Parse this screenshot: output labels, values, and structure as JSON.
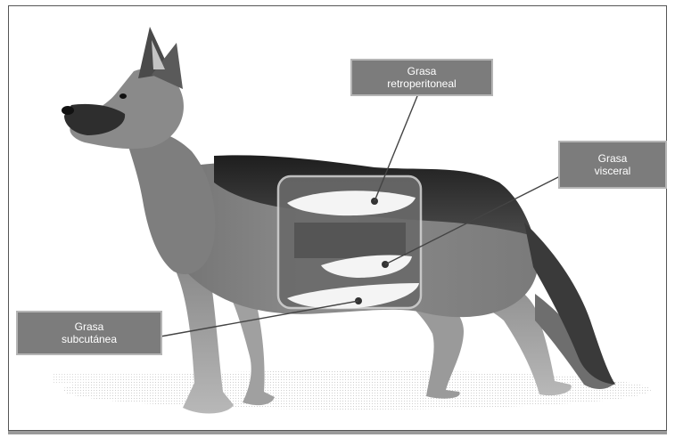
{
  "labels": {
    "retroperitoneal": {
      "line1": "Grasa",
      "line2": "retroperitoneal"
    },
    "visceral": {
      "line1": "Grasa",
      "line2": "visceral"
    },
    "subcutanea": {
      "line1": "Grasa",
      "line2": "subcutánea"
    }
  },
  "colors": {
    "label_fill": "#7c7c7c",
    "label_border": "#b5b5b5",
    "frame": "#555555",
    "fat_deposits": "#f4f4f4"
  }
}
